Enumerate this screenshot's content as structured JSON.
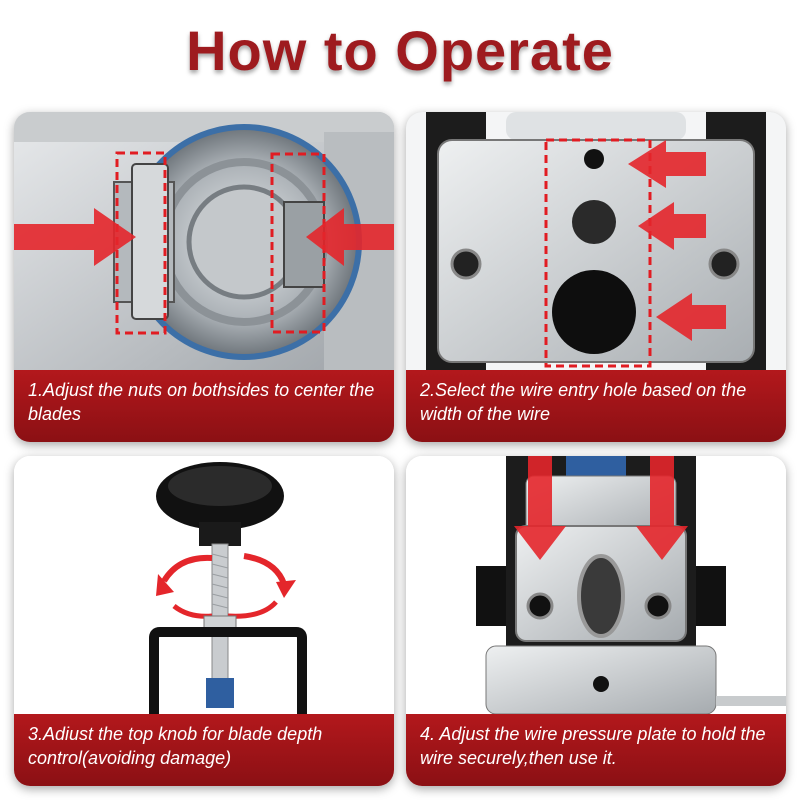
{
  "title": "How to Operate",
  "accent_color": "#9e1b1f",
  "caption_color": "#a6161a",
  "steps": [
    {
      "caption": "1.Adjust the nuts on bothsides to center the blades",
      "icon": "blade-nuts-photo"
    },
    {
      "caption": "2.Select the wire entry hole based on the width of the wire",
      "icon": "wire-entry-holes-photo"
    },
    {
      "caption": "3.Adiust the top knob for blade depth control(avoiding damage)",
      "icon": "top-knob-photo"
    },
    {
      "caption": "4. Adjust the wire pressure plate to hold the wire securely,then use it.",
      "icon": "pressure-plate-photo"
    }
  ]
}
